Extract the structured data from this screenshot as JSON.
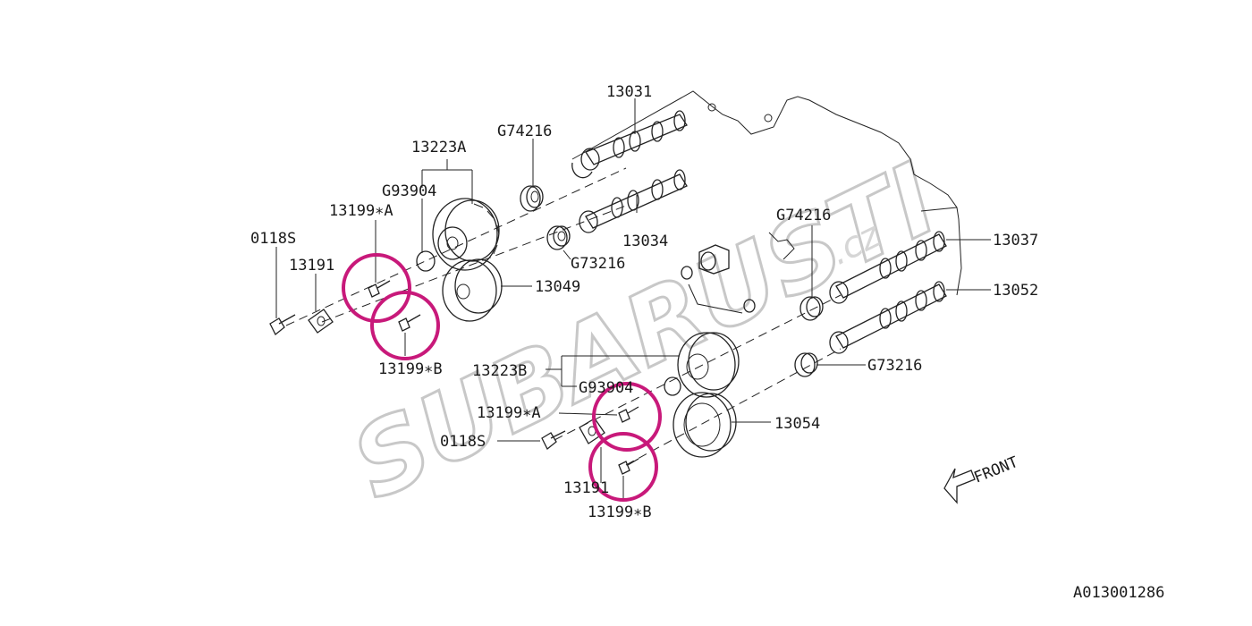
{
  "diagram": {
    "watermark": {
      "brand": "SUBARUSTI",
      "domain": ".cz"
    },
    "reference_code": "A013001286",
    "front_label": "FRONT",
    "highlight_color": "#c8197a",
    "parts": {
      "p13031": "13031",
      "p13223A": "13223A",
      "pG74216_top": "G74216",
      "pG93904_top": "G93904",
      "p13199A_top": "13199∗A",
      "p0118S_top": "0118S",
      "p13191_top": "13191",
      "p13034": "13034",
      "pG73216_top": "G73216",
      "p13049": "13049",
      "p13199B_top": "13199∗B",
      "pG74216_right": "G74216",
      "p13037": "13037",
      "p13052": "13052",
      "p13223B": "13223B",
      "pG93904_bottom": "G93904",
      "pG73216_right": "G73216",
      "p13199A_bottom": "13199∗A",
      "p0118S_bottom": "0118S",
      "p13054": "13054",
      "p13191_bottom": "13191",
      "p13199B_bottom": "13199∗B"
    }
  }
}
